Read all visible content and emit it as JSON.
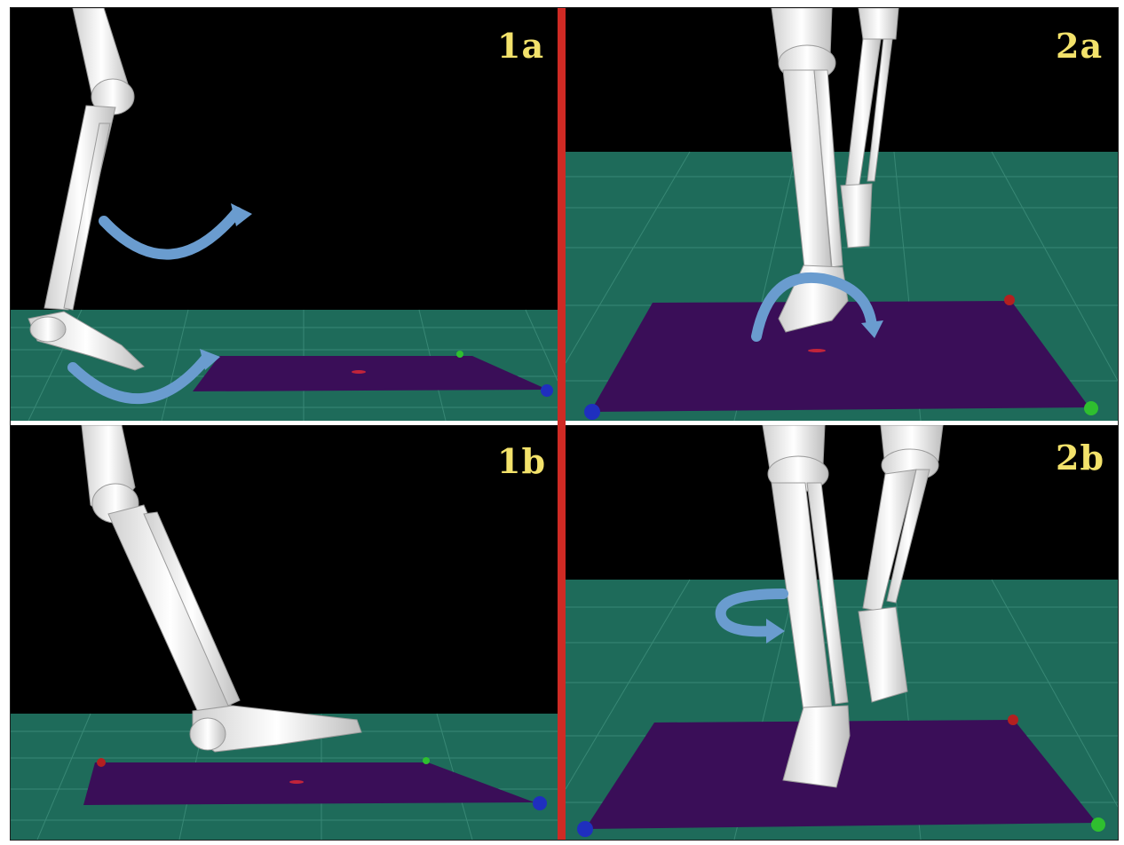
{
  "panels": [
    {
      "id": "1a",
      "label": "1a"
    },
    {
      "id": "1b",
      "label": "1b"
    },
    {
      "id": "2a",
      "label": "2a"
    },
    {
      "id": "2b",
      "label": "2b"
    }
  ],
  "colors": {
    "background": "#000000",
    "floor": "#1e6b5a",
    "force_plate": "#3a0e58",
    "bone": "#f2f2f2",
    "arrow": "#6a9ccf",
    "label": "#f3e26b",
    "divider": "#cf2a24",
    "marker_red": "#b32020",
    "marker_green": "#2fbf2f",
    "marker_blue": "#1f2fbf"
  },
  "icons": [
    "rotation-arrow-icon",
    "skeleton-leg-icon",
    "force-plate-icon",
    "marker-sphere-icon"
  ]
}
